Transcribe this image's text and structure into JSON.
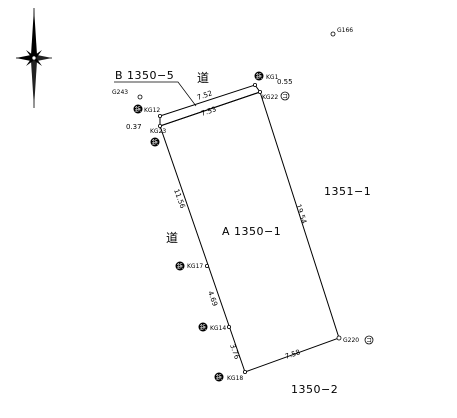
{
  "points": {
    "g166": "G166",
    "g243": "G243",
    "kg1": "KG1",
    "kg22": "KG22",
    "kg12": "KG12",
    "kg23": "KG23",
    "kg17": "KG17",
    "kg14": "KG14",
    "g220": "G220",
    "kg18": "KG18"
  },
  "marks": {
    "kg1": "鋲",
    "kg22": "コ",
    "kg12": "鋲",
    "kg23": "鋲",
    "kg17": "鋲",
    "kg14": "鋲",
    "g220": "コ",
    "kg18": "鋲"
  },
  "dimensions": {
    "north_752": "7.52",
    "north_753": "7.53",
    "end_055": "0.55",
    "end_037": "0.37",
    "west_1156": "11.56",
    "west_469": "4.69",
    "west_376": "3.76",
    "east_1954": "19.54",
    "south_758": "7.58"
  },
  "lots": {
    "lot_a": "A 1350−1",
    "lot_b": "B 1350−5",
    "lot_east": "1351−1",
    "lot_south": "1350−2"
  },
  "roads": {
    "road_north": "道",
    "road_west": "道"
  }
}
